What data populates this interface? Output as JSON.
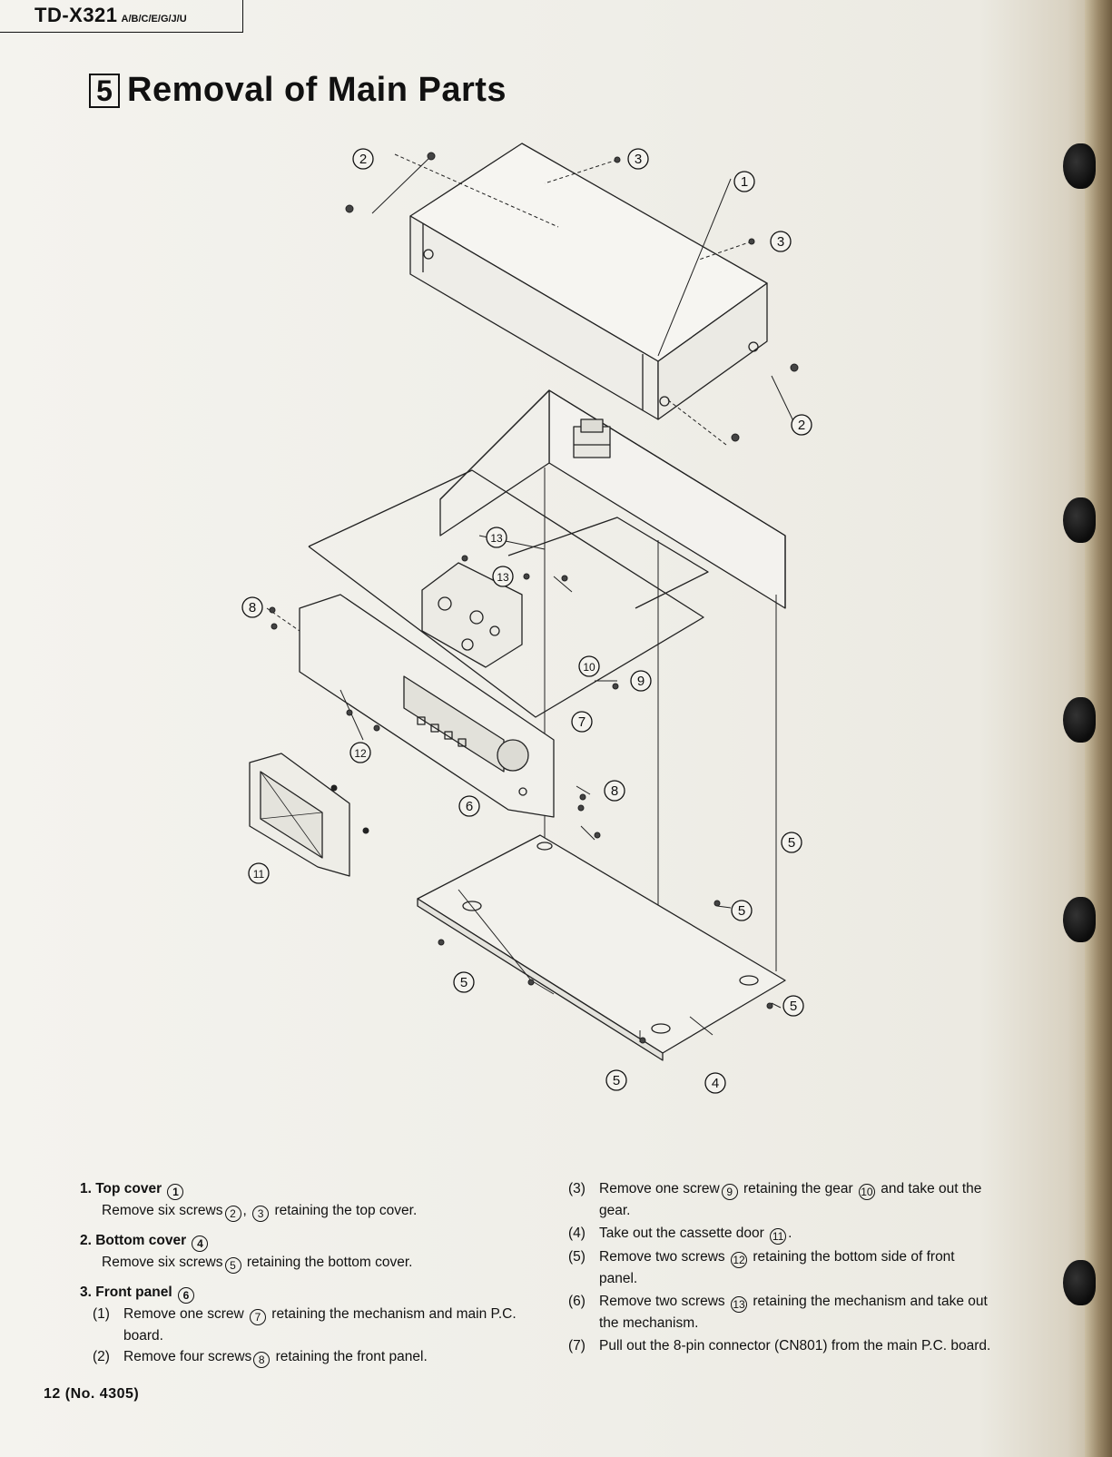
{
  "header": {
    "model": "TD-X321",
    "model_variants": "A/B/C/E/G/J/U"
  },
  "section": {
    "number": "5",
    "title": "Removal of Main Parts"
  },
  "diagram": {
    "callouts": [
      "1",
      "2",
      "2",
      "3",
      "3",
      "4",
      "5",
      "5",
      "5",
      "5",
      "5",
      "6",
      "7",
      "8",
      "8",
      "9",
      "10",
      "11",
      "12",
      "13",
      "13"
    ]
  },
  "instructions": {
    "left": {
      "item1_head": "1. Top cover",
      "item1_circ": "1",
      "item1_body_a": "Remove six screws",
      "item1_c2": "2",
      "item1_comma": ",",
      "item1_c3": "3",
      "item1_body_b": "retaining the top cover.",
      "item2_head": "2. Bottom cover",
      "item2_circ": "4",
      "item2_body_a": "Remove six screws",
      "item2_c5": "5",
      "item2_body_b": "retaining the bottom cover.",
      "item3_head": "3. Front panel",
      "item3_circ": "6",
      "sub1_num": "(1)",
      "sub1_a": "Remove one screw",
      "sub1_c": "7",
      "sub1_b": "retaining the mechanism and main P.C. board.",
      "sub2_num": "(2)",
      "sub2_a": "Remove four screws",
      "sub2_c": "8",
      "sub2_b": "retaining the front panel."
    },
    "right": {
      "sub3_num": "(3)",
      "sub3_a": "Remove one screw",
      "sub3_c9": "9",
      "sub3_b": "retaining the gear",
      "sub3_c10": "10",
      "sub3_d": "and take out the gear.",
      "sub4_num": "(4)",
      "sub4_a": "Take out the cassette door",
      "sub4_c": "11",
      "sub4_end": ".",
      "sub5_num": "(5)",
      "sub5_a": "Remove two screws",
      "sub5_c": "12",
      "sub5_b": "retaining the bottom side of front panel.",
      "sub6_num": "(6)",
      "sub6_a": "Remove two screws",
      "sub6_c": "13",
      "sub6_b": "retaining the mechanism and take out the mechanism.",
      "sub7_num": "(7)",
      "sub7_a": "Pull out the 8-pin connector (CN801) from the main P.C. board."
    }
  },
  "footer": {
    "page": "12 (No. 4305)"
  }
}
